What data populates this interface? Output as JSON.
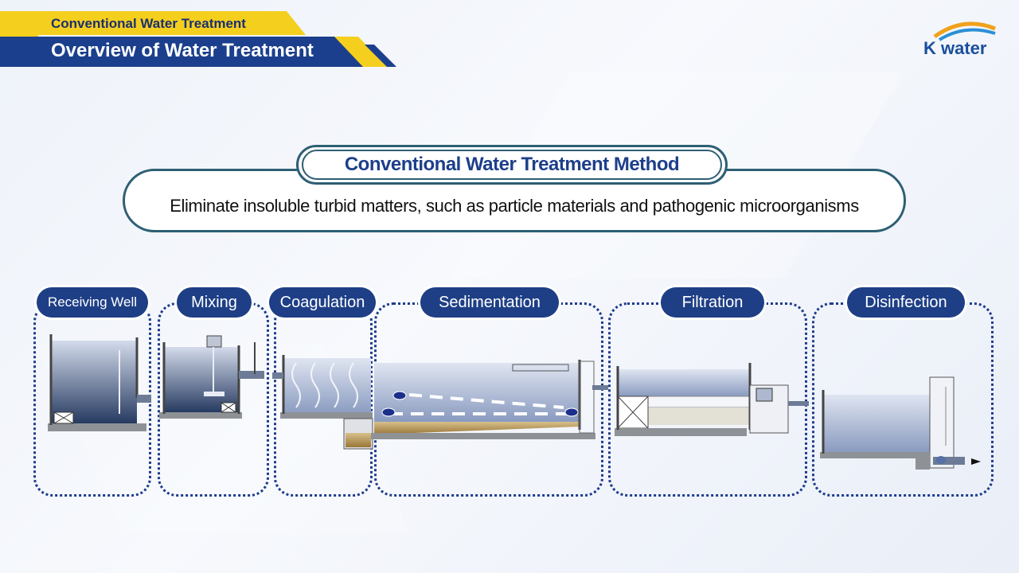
{
  "header": {
    "subtitle": "Conventional Water Treatment",
    "title": "Overview of Water Treatment"
  },
  "logo": {
    "text": "K water"
  },
  "method": {
    "title": "Conventional Water Treatment Method",
    "description": "Eliminate insoluble turbid matters, such as particle materials and pathogenic microorganisms"
  },
  "stages": [
    {
      "label": "Receiving Well"
    },
    {
      "label": "Mixing"
    },
    {
      "label": "Coagulation"
    },
    {
      "label": "Sedimentation"
    },
    {
      "label": "Filtration"
    },
    {
      "label": "Disinfection"
    }
  ],
  "colors": {
    "navy": "#1e3f86",
    "teal_border": "#2d5f74",
    "yellow": "#f4cf1e",
    "water_top": "#c9d3e6",
    "water_bottom": "#1f3358",
    "sludge": "#b89556"
  }
}
